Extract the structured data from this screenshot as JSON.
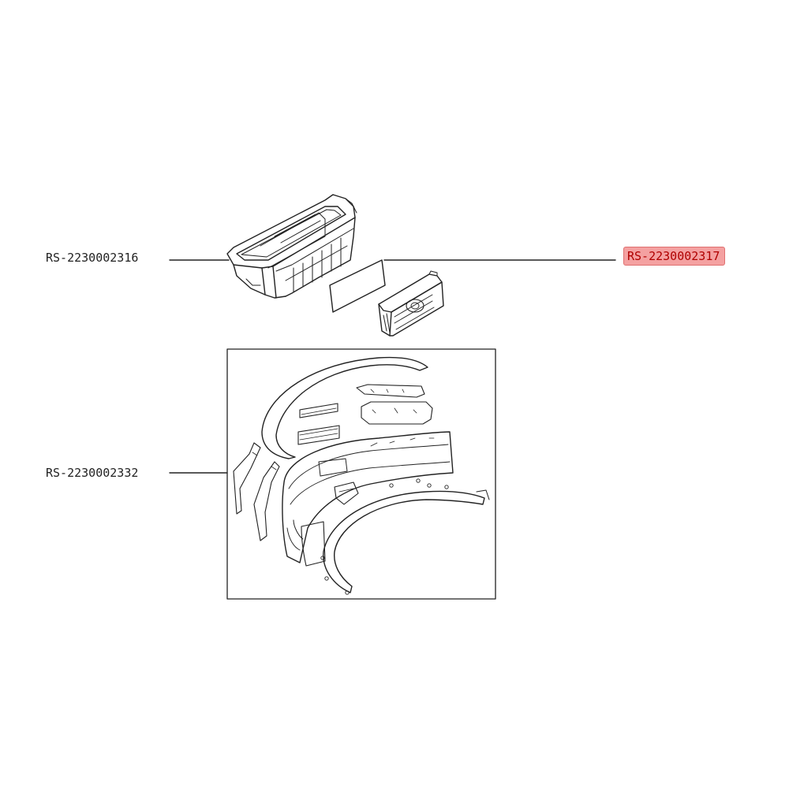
{
  "labels": {
    "dust_bin": "RS-2230002316",
    "filter": "RS-2230002317",
    "bumper_kit": "RS-2230002332"
  },
  "highlight": {
    "part": "RS-2230002317",
    "color": "#f4a1a1",
    "text_color": "#b00000"
  },
  "colors": {
    "line": "#222222",
    "background": "#ffffff"
  }
}
